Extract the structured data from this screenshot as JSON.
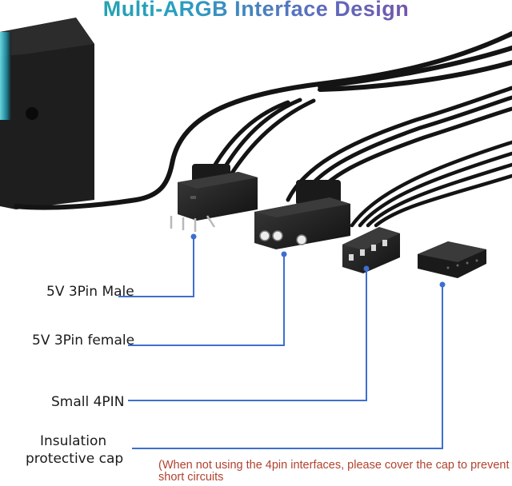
{
  "title": "Multi-ARGB Interface Design",
  "labels": {
    "male_3pin": "5V 3Pin Male",
    "female_3pin": "5V 3Pin female",
    "small_4pin": "Small 4PIN",
    "cap_line1": "Insulation",
    "cap_line2": "protective cap"
  },
  "note": "(When not using the 4pin interfaces, please cover the cap to prevent short circuits",
  "colors": {
    "leader_line": "#3d6fd0",
    "note_text": "#b0422e",
    "cable": "#141414",
    "hub_glow": "#39d4e8"
  }
}
